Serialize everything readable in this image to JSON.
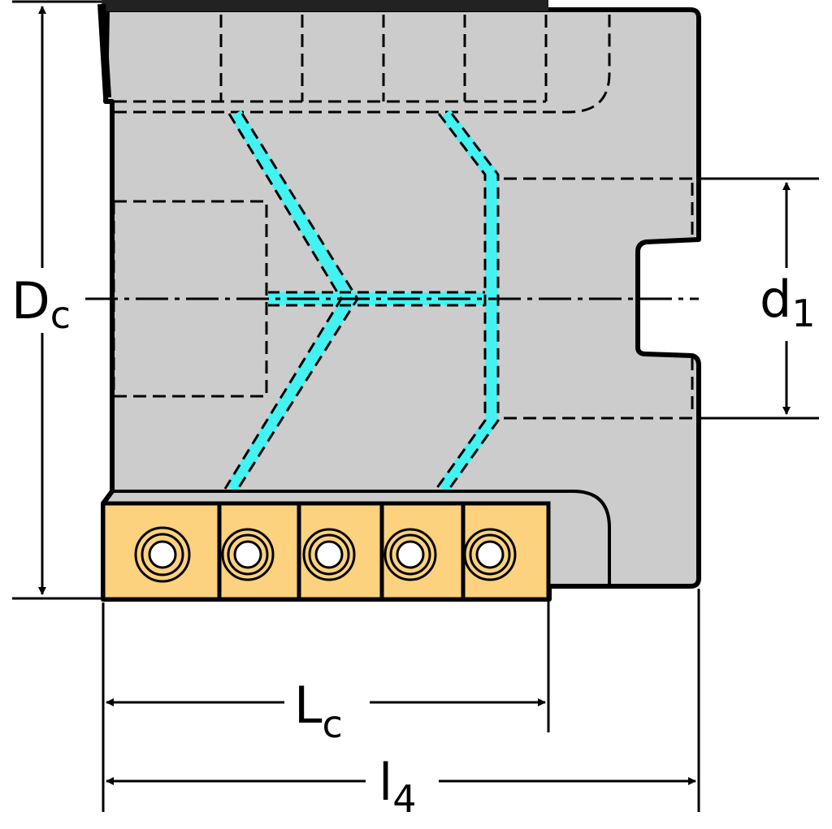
{
  "dimensions": {
    "dc": {
      "main": "D",
      "sub": "c"
    },
    "d1": {
      "main": "d",
      "sub": "1"
    },
    "lc": {
      "main": "L",
      "sub": "c"
    },
    "l4": {
      "main": "l",
      "sub": "4"
    }
  },
  "colors": {
    "body": "#cccccc",
    "insert": "#fdd27f",
    "coolant": "#44f2f2",
    "outline": "#000000"
  }
}
